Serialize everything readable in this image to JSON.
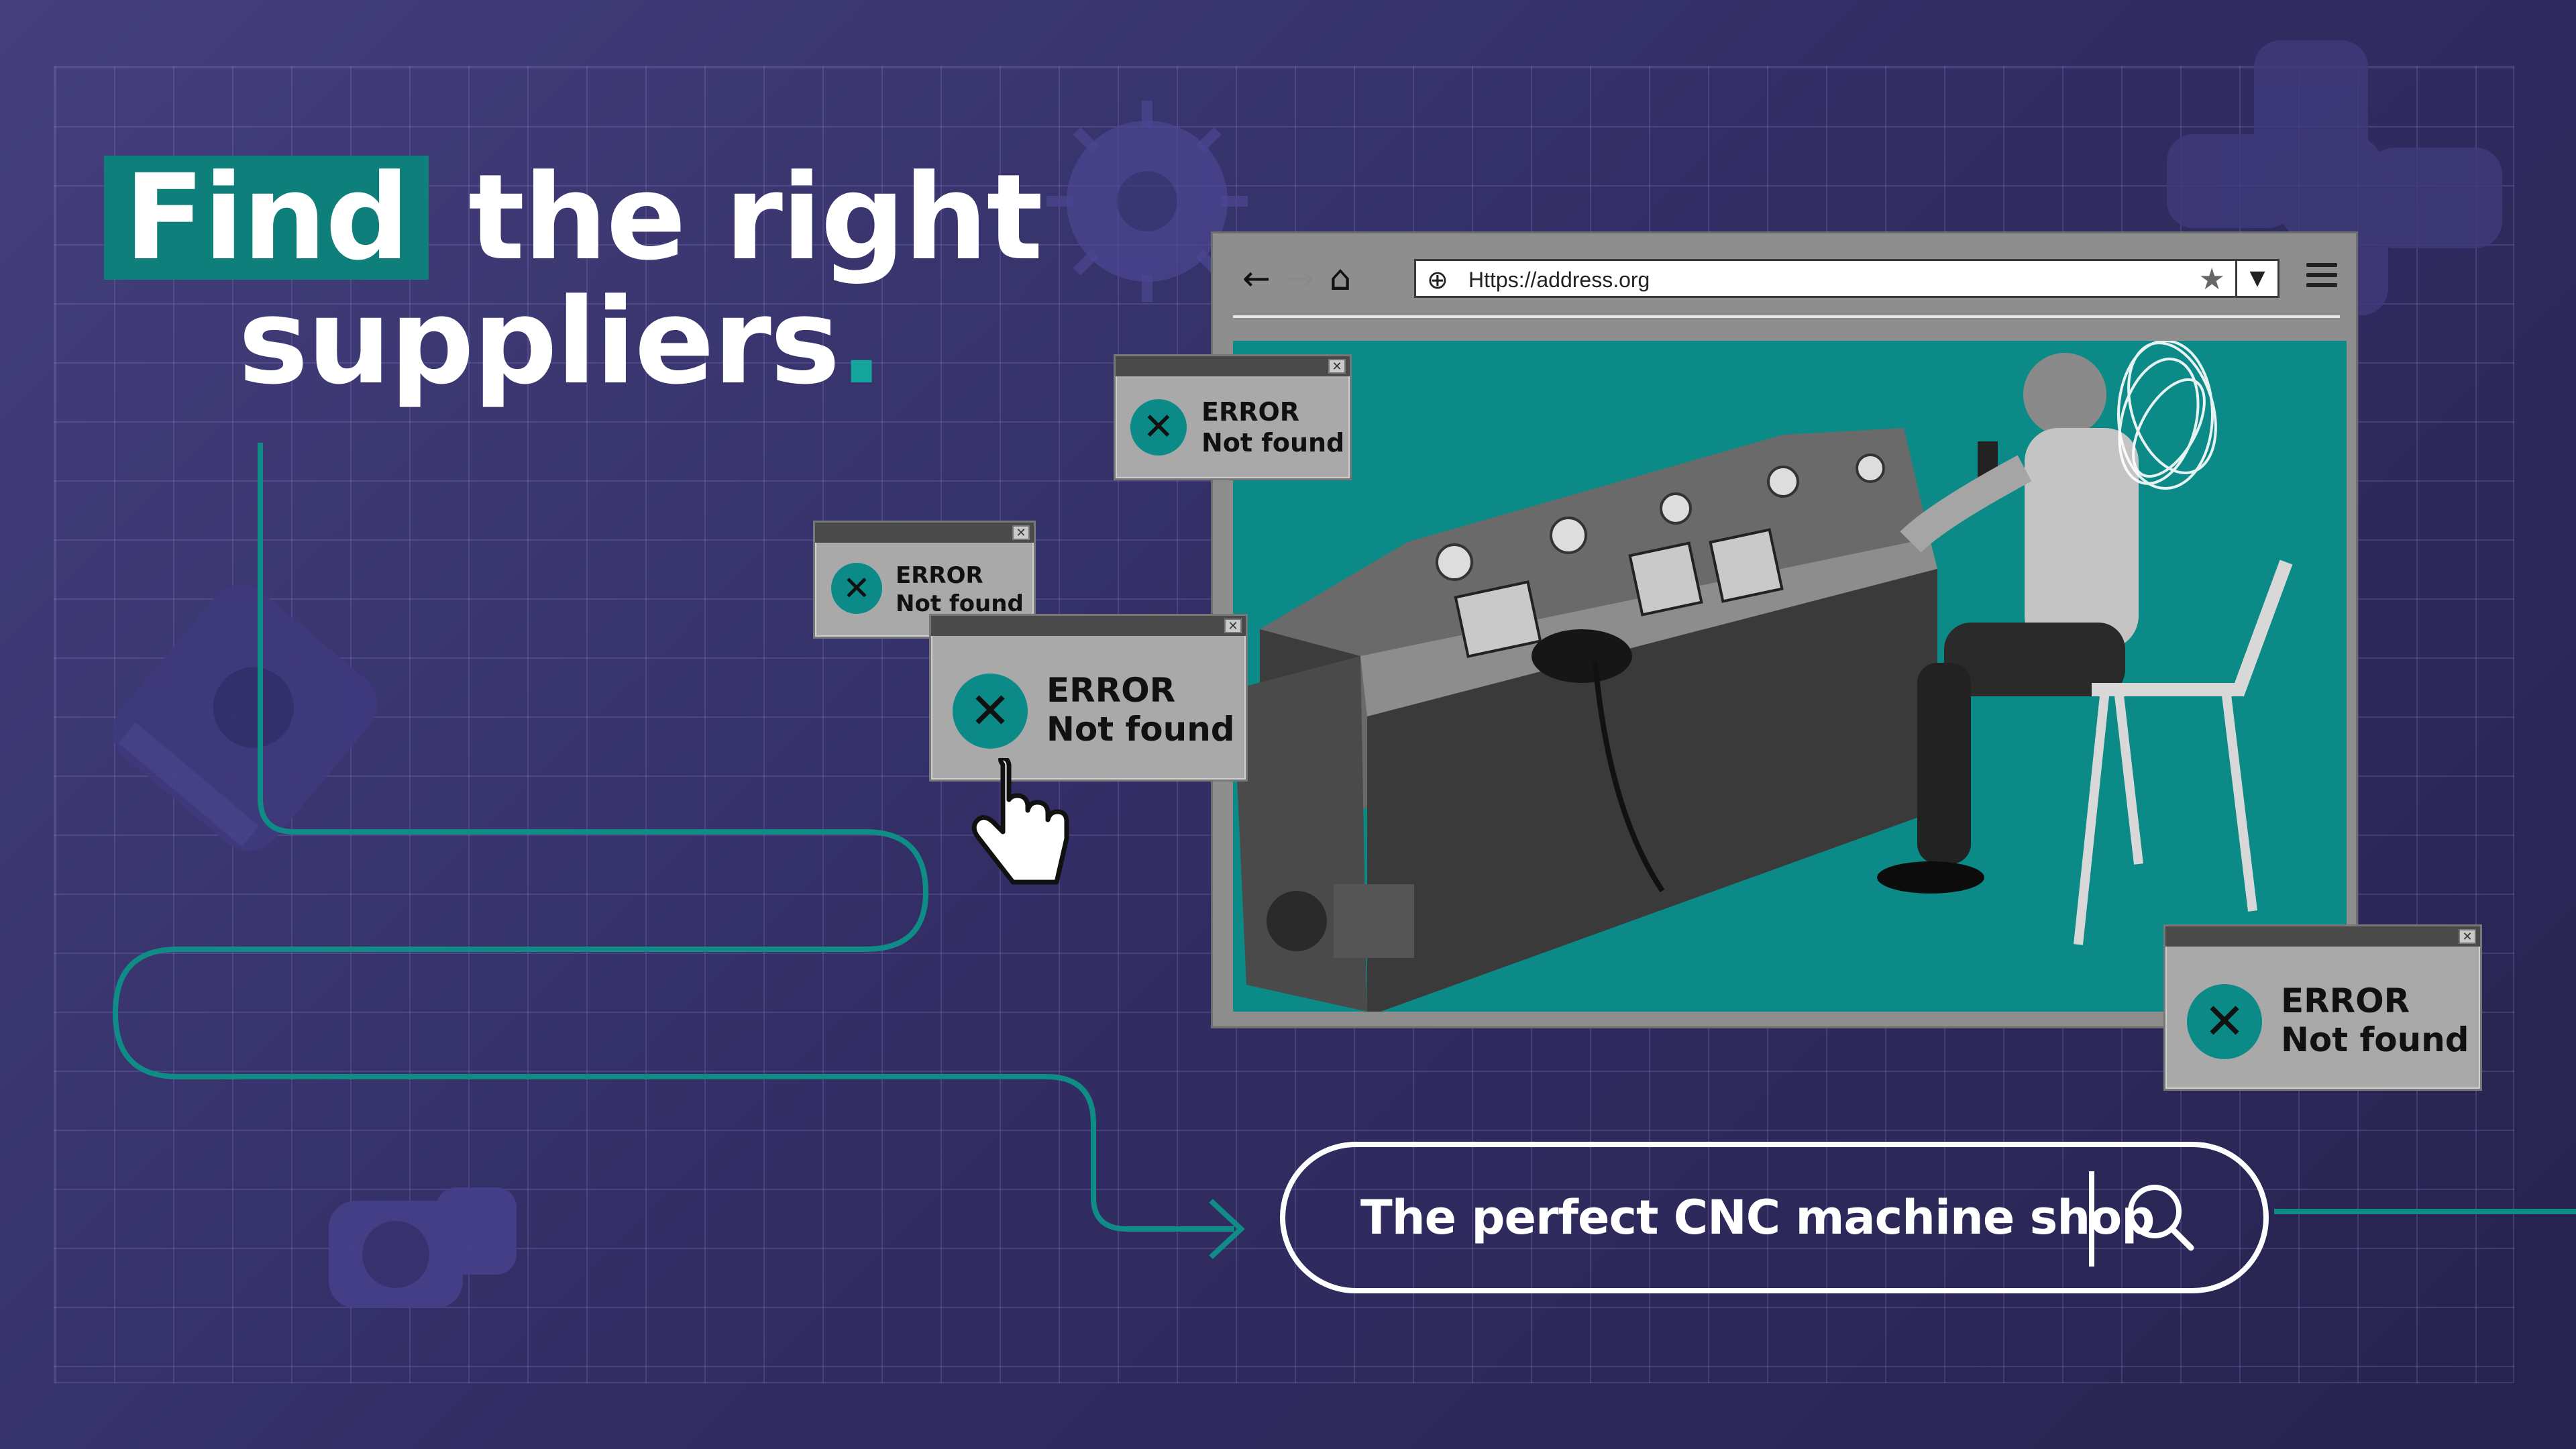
{
  "headline": {
    "highlight": "Find",
    "line1_rest": "the right",
    "line2": "suppliers",
    "dot": "."
  },
  "browser": {
    "url": "Https://address.org"
  },
  "errors": [
    {
      "title": "ERROR",
      "message": "Not found"
    },
    {
      "title": "ERROR",
      "message": "Not found"
    },
    {
      "title": "ERROR",
      "message": "Not found"
    },
    {
      "title": "ERROR",
      "message": "Not found"
    }
  ],
  "search": {
    "query": "The perfect CNC machine shop"
  },
  "colors": {
    "background": "#3a3570",
    "accent_teal": "#0e7f7a",
    "panel_gray": "#a9a9a9"
  }
}
